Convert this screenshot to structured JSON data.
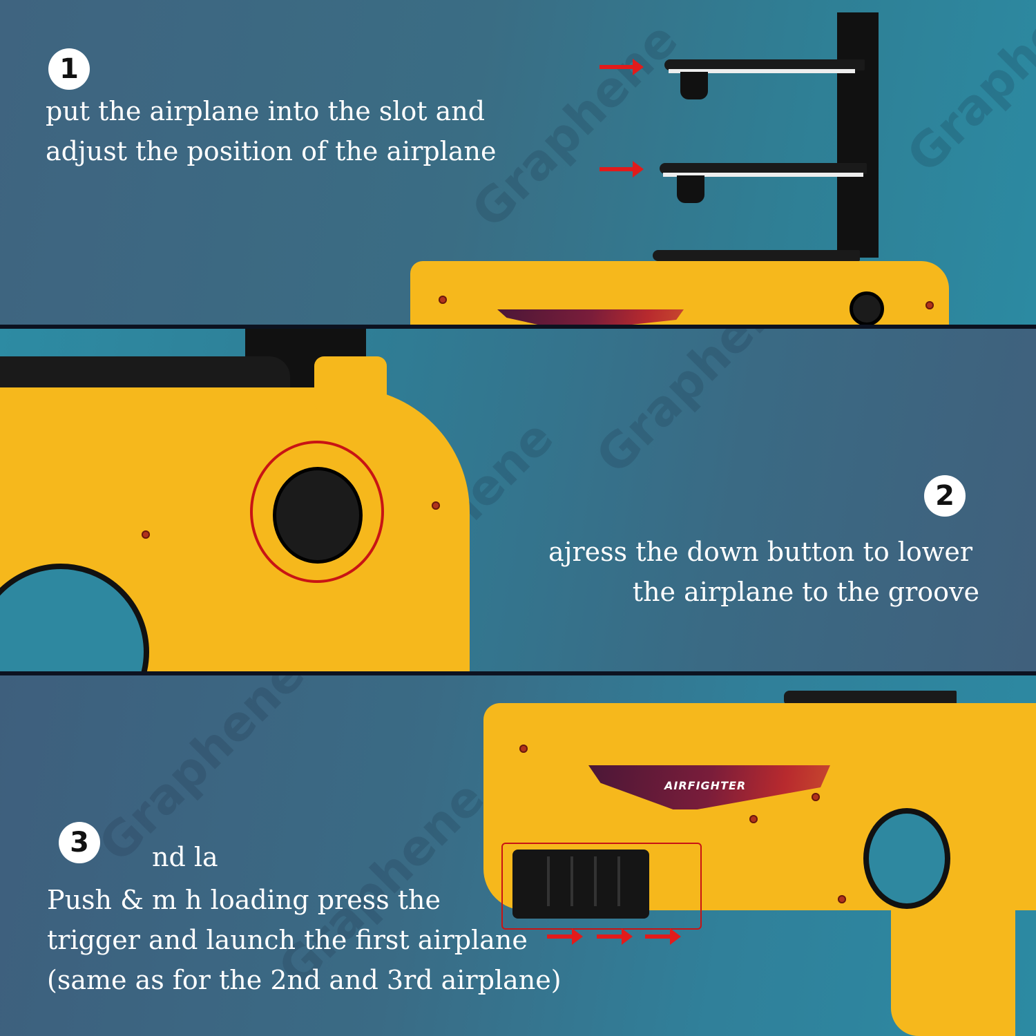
{
  "steps": [
    {
      "number": "1",
      "lines": [
        "put the airplane into the slot and",
        "adjust the position of the airplane"
      ]
    },
    {
      "number": "2",
      "lines": [
        "ajress the down button to lower",
        "the airplane to the groove"
      ]
    },
    {
      "number": "3",
      "lines": [
        "nd la",
        "Push & m h loading press the",
        "trigger and launch the first airplane",
        "(same as for the 2nd and 3rd airplane)"
      ]
    }
  ],
  "product": {
    "brand_label": "AIRFIGHTER"
  },
  "watermark": "Graphene",
  "colors": {
    "background": "#3a6d84",
    "gun_body": "#f6b81c",
    "arrow": "#e21b1b",
    "highlight_ring": "#c81414",
    "divider": "#0c1220"
  }
}
